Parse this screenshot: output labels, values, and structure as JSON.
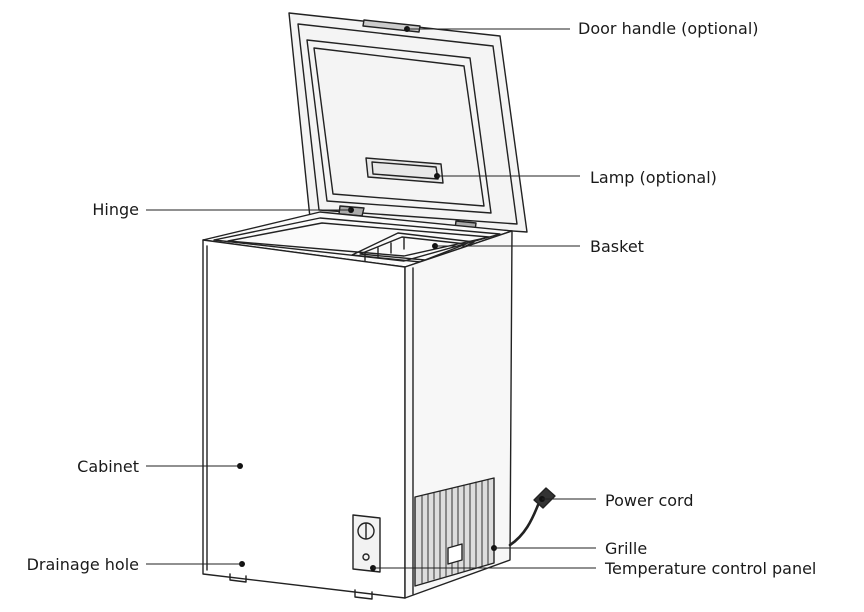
{
  "labels": {
    "door_handle": "Door handle (optional)",
    "lamp": "Lamp (optional)",
    "hinge": "Hinge",
    "basket": "Basket",
    "cabinet": "Cabinet",
    "power_cord": "Power cord",
    "grille": "Grille",
    "drainage_hole": "Drainage hole",
    "temperature_control_panel": "Temperature control panel"
  }
}
